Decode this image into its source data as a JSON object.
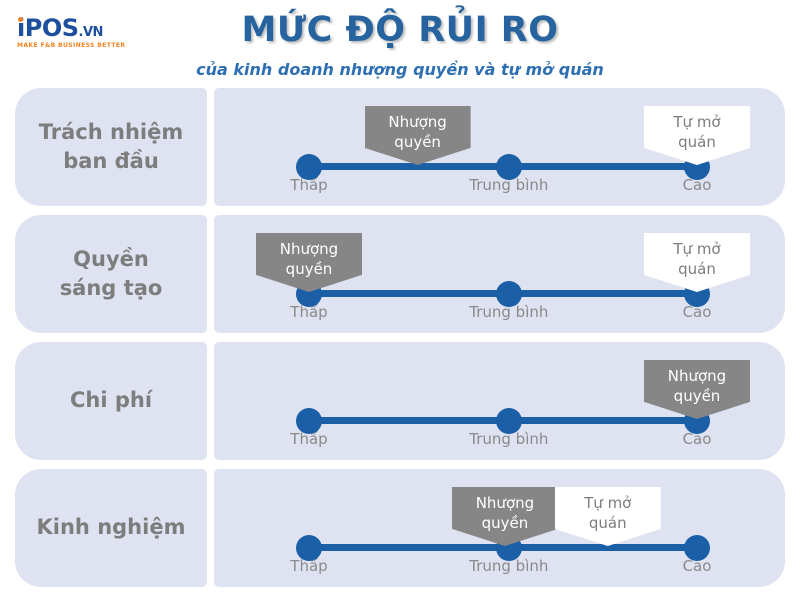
{
  "brand": {
    "name": "iPOS",
    "domain_suffix": ".vn",
    "tagline": "MAKE F&B BUSINESS BETTER"
  },
  "header": {
    "title": "MỨC ĐỘ RỦI RO",
    "subtitle": "của kinh doanh nhượng quyền và tự mở quán"
  },
  "scale": {
    "labels": [
      "Thấp",
      "Trung bình",
      "Cao"
    ]
  },
  "legend": {
    "franchise_label": "Nhượng quyền",
    "self_label": "Tự mở quán"
  },
  "rows": [
    {
      "label": "Trách nhiệm ban đầu",
      "label_lines": [
        "Trách nhiệm",
        "ban đầu"
      ],
      "markers": [
        {
          "type": "franchise",
          "label": "Nhượng quyền",
          "lines": [
            "Nhượng",
            "quyền"
          ],
          "pos": 28
        },
        {
          "type": "self",
          "label": "Tự mở quán",
          "lines": [
            "Tự mở",
            "quán"
          ],
          "pos": 100
        }
      ]
    },
    {
      "label": "Quyền sáng tạo",
      "label_lines": [
        "Quyền",
        "sáng tạo"
      ],
      "markers": [
        {
          "type": "franchise",
          "label": "Nhượng quyền",
          "lines": [
            "Nhượng",
            "quyền"
          ],
          "pos": 0
        },
        {
          "type": "self",
          "label": "Tự mở quán",
          "lines": [
            "Tự mở",
            "quán"
          ],
          "pos": 100
        }
      ]
    },
    {
      "label": "Chi phí",
      "label_lines": [
        "Chi phí"
      ],
      "markers": [
        {
          "type": "franchise",
          "label": "Nhượng quyền",
          "lines": [
            "Nhượng",
            "quyền"
          ],
          "pos": 100
        }
      ]
    },
    {
      "label": "Kinh nghiệm",
      "label_lines": [
        "Kinh nghiệm"
      ],
      "markers": [
        {
          "type": "franchise",
          "label": "Nhượng quyền",
          "lines": [
            "Nhượng",
            "quyền"
          ],
          "pos": 50.5
        },
        {
          "type": "self",
          "label": "Tự mở quán",
          "lines": [
            "Tự mở",
            "quán"
          ],
          "pos": 77
        }
      ]
    }
  ],
  "colors": {
    "panel": "#dfe2f1",
    "scale_blue": "#1b5fa6",
    "franchise_marker": "#868686",
    "self_marker": "#ffffff",
    "title_blue": "#27649f",
    "subtitle_blue": "#2e6fb3",
    "text_gray": "#7d7d7d",
    "logo_blue": "#1c4f9e",
    "logo_orange": "#f58220"
  }
}
